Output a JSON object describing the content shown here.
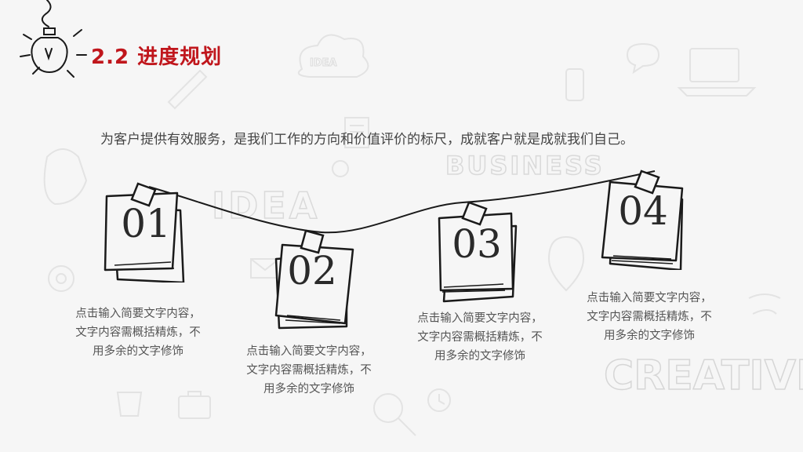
{
  "header": {
    "title": "2.2 进度规划",
    "subtitle": "为客户提供有效服务，是我们工作的方向和价值评价的标尺，成就客户就是成就我们自己。"
  },
  "background_words": [
    "IDEA",
    "BUSINESS",
    "IDEA",
    "CREATIVE"
  ],
  "steps": [
    {
      "number": "01",
      "text": "点击输入简要文字内容，文字内容需概括精炼，不用多余的文字修饰"
    },
    {
      "number": "02",
      "text": "点击输入简要文字内容，文字内容需概括精炼，不用多余的文字修饰"
    },
    {
      "number": "03",
      "text": "点击输入简要文字内容，文字内容需概括精炼，不用多余的文字修饰"
    },
    {
      "number": "04",
      "text": "点击输入简要文字内容，文字内容需概括精炼，不用多余的文字修饰"
    }
  ],
  "colors": {
    "accent": "#c0161c",
    "ink": "#1a1a1a",
    "text": "#555555",
    "background": "#f6f6f6"
  },
  "icons": [
    "lightbulb-icon",
    "note-card-icon"
  ]
}
